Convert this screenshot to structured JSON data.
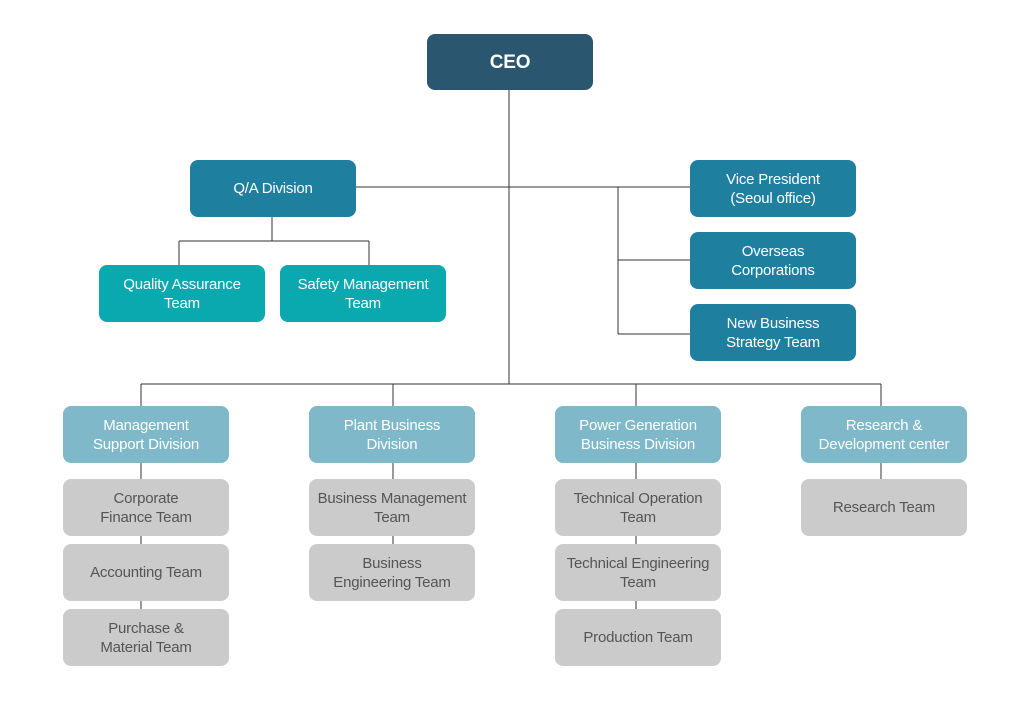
{
  "colors": {
    "ceo": "#2b5670",
    "executive": "#1f7f9f",
    "qa_team": "#0aa9b0",
    "division": "#7fb8c8",
    "team": "#cbcbcb",
    "line": "#333333"
  },
  "nodes": {
    "ceo": {
      "label": "CEO"
    },
    "qa_division": {
      "label": "Q/A Division"
    },
    "quality_assurance_team": {
      "label": "Quality Assurance\nTeam"
    },
    "safety_management_team": {
      "label": "Safety Management\nTeam"
    },
    "vice_president": {
      "label": "Vice President\n(Seoul office)"
    },
    "overseas_corporations": {
      "label": "Overseas\nCorporations"
    },
    "new_business_strategy_team": {
      "label": "New Business\nStrategy Team"
    },
    "management_support_division": {
      "label": "Management\nSupport Division"
    },
    "plant_business_division": {
      "label": "Plant Business\nDivision"
    },
    "power_generation_division": {
      "label": "Power Generation\nBusiness Division"
    },
    "rnd_center": {
      "label": "Research &\nDevelopment center"
    },
    "corporate_finance_team": {
      "label": "Corporate\nFinance Team"
    },
    "accounting_team": {
      "label": "Accounting Team"
    },
    "purchase_material_team": {
      "label": "Purchase &\nMaterial Team"
    },
    "business_management_team": {
      "label": "Business Management\nTeam"
    },
    "business_engineering_team": {
      "label": "Business\nEngineering Team"
    },
    "technical_operation_team": {
      "label": "Technical Operation\nTeam"
    },
    "technical_engineering_team": {
      "label": "Technical Engineering\nTeam"
    },
    "production_team": {
      "label": "Production Team"
    },
    "research_team": {
      "label": "Research Team"
    }
  }
}
